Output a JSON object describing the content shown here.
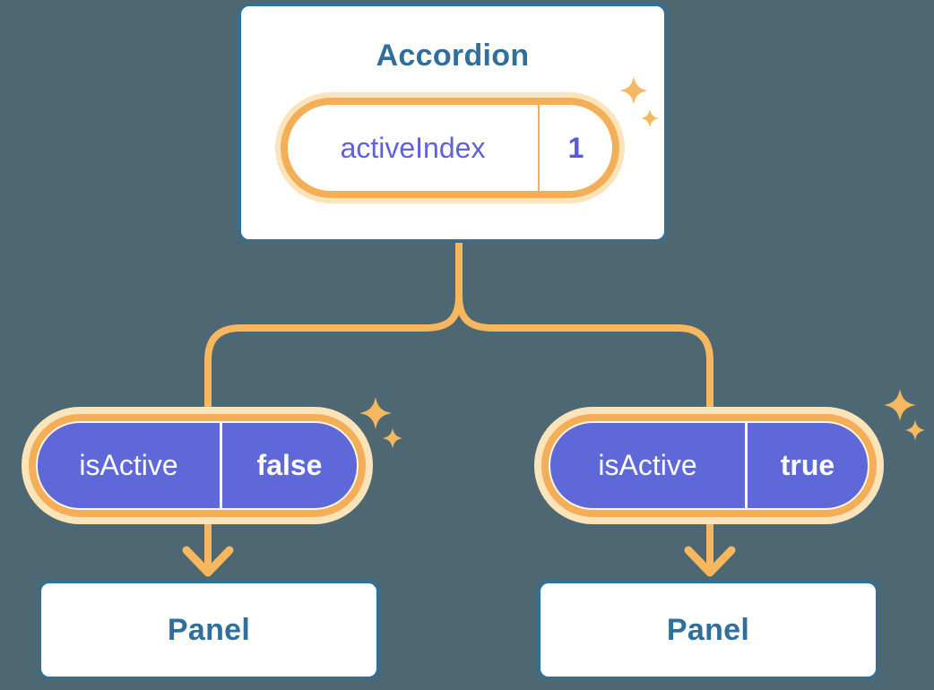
{
  "diagram": {
    "root": {
      "title": "Accordion",
      "state": {
        "name": "activeIndex",
        "value": "1"
      }
    },
    "branches": [
      {
        "prop": {
          "name": "isActive",
          "value": "false"
        },
        "child": {
          "title": "Panel"
        }
      },
      {
        "prop": {
          "name": "isActive",
          "value": "true"
        },
        "child": {
          "title": "Panel"
        }
      }
    ],
    "icons": [
      "sparkle-icon",
      "arrow-down-icon"
    ],
    "colors": {
      "background": "#4D6773",
      "card_border": "#2E7097",
      "card_text": "#306F9B",
      "pill_fill_purple": "#5F68D9",
      "pill_text_purple": "#6161DA",
      "pill_text_white": "#FFFFFF",
      "connector_orange": "#F6B75F",
      "ring_orange": "#F4AE58",
      "ring_cream": "#FBE3BA",
      "sparkle_orange": "#F6B761"
    }
  }
}
